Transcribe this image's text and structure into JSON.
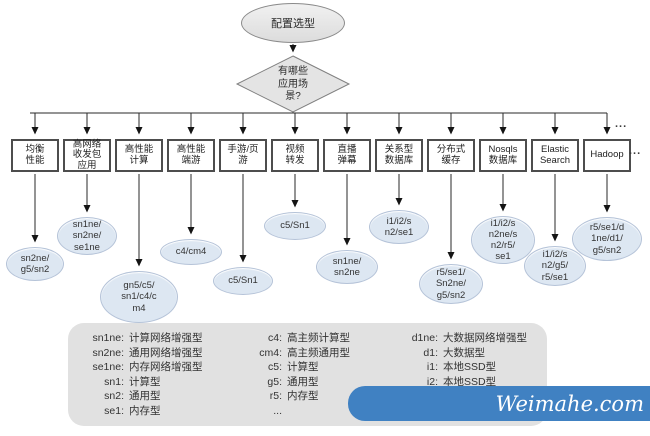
{
  "flow": {
    "start": "配置选型",
    "decision": "有哪些\n应用场\n景?",
    "ellipsis_top": "...",
    "ellipsis_right": "...",
    "branches": [
      {
        "label": "均衡\n性能",
        "instances": "sn2ne/\ng5/sn2"
      },
      {
        "label": "高网络\n收发包\n应用",
        "instances": "sn1ne/\nsn2ne/\nse1ne"
      },
      {
        "label": "高性能\n计算",
        "instances": "gn5/c5/\nsn1/c4/c\nm4"
      },
      {
        "label": "高性能\n端游",
        "instances": "c4/cm4"
      },
      {
        "label": "手游/页\n游",
        "instances": "c5/Sn1"
      },
      {
        "label": "视频\n转发",
        "instances": "c5/Sn1"
      },
      {
        "label": "直播\n弹幕",
        "instances": "sn1ne/\nsn2ne"
      },
      {
        "label": "关系型\n数据库",
        "instances": "i1/i2/s\nn2/se1"
      },
      {
        "label": "分布式\n缓存",
        "instances": "r5/se1/\nSn2ne/\ng5/sn2"
      },
      {
        "label": "Nosqls\n数据库",
        "instances": "i1/i2/s\nn2ne/s\nn2/r5/\nse1"
      },
      {
        "label": "Elastic\nSearch",
        "instances": "i1/i2/s\nn2/g5/\nr5/se1"
      },
      {
        "label": "Hadoop",
        "instances": "r5/se1/d\n1ne/d1/\ng5/sn2"
      }
    ]
  },
  "legend": {
    "columns": [
      {
        "entries": [
          {
            "key": "sn1ne:",
            "value": "计算网络增强型"
          },
          {
            "key": "sn2ne:",
            "value": "通用网络增强型"
          },
          {
            "key": "se1ne:",
            "value": "内存网络增强型"
          },
          {
            "key": "sn1:",
            "value": "计算型"
          },
          {
            "key": "sn2:",
            "value": "通用型"
          },
          {
            "key": "se1:",
            "value": "内存型"
          }
        ]
      },
      {
        "entries": [
          {
            "key": "c4:",
            "value": "高主频计算型"
          },
          {
            "key": "cm4:",
            "value": "高主频通用型"
          },
          {
            "key": "c5:",
            "value": "计算型"
          },
          {
            "key": "g5:",
            "value": "通用型"
          },
          {
            "key": "r5:",
            "value": "内存型"
          },
          {
            "key": "...",
            "value": ""
          }
        ]
      },
      {
        "entries": [
          {
            "key": "d1ne:",
            "value": "大数据网络增强型"
          },
          {
            "key": "d1:",
            "value": "大数据型"
          },
          {
            "key": "i1:",
            "value": "本地SSD型"
          },
          {
            "key": "i2:",
            "value": "本地SSD型"
          }
        ]
      }
    ]
  },
  "watermark": "Weimahe.com",
  "colors": {
    "banner_blue": "#4081c2",
    "ellipse_fill": "#dde7f2",
    "legend_grey": "#e1e1e1"
  }
}
